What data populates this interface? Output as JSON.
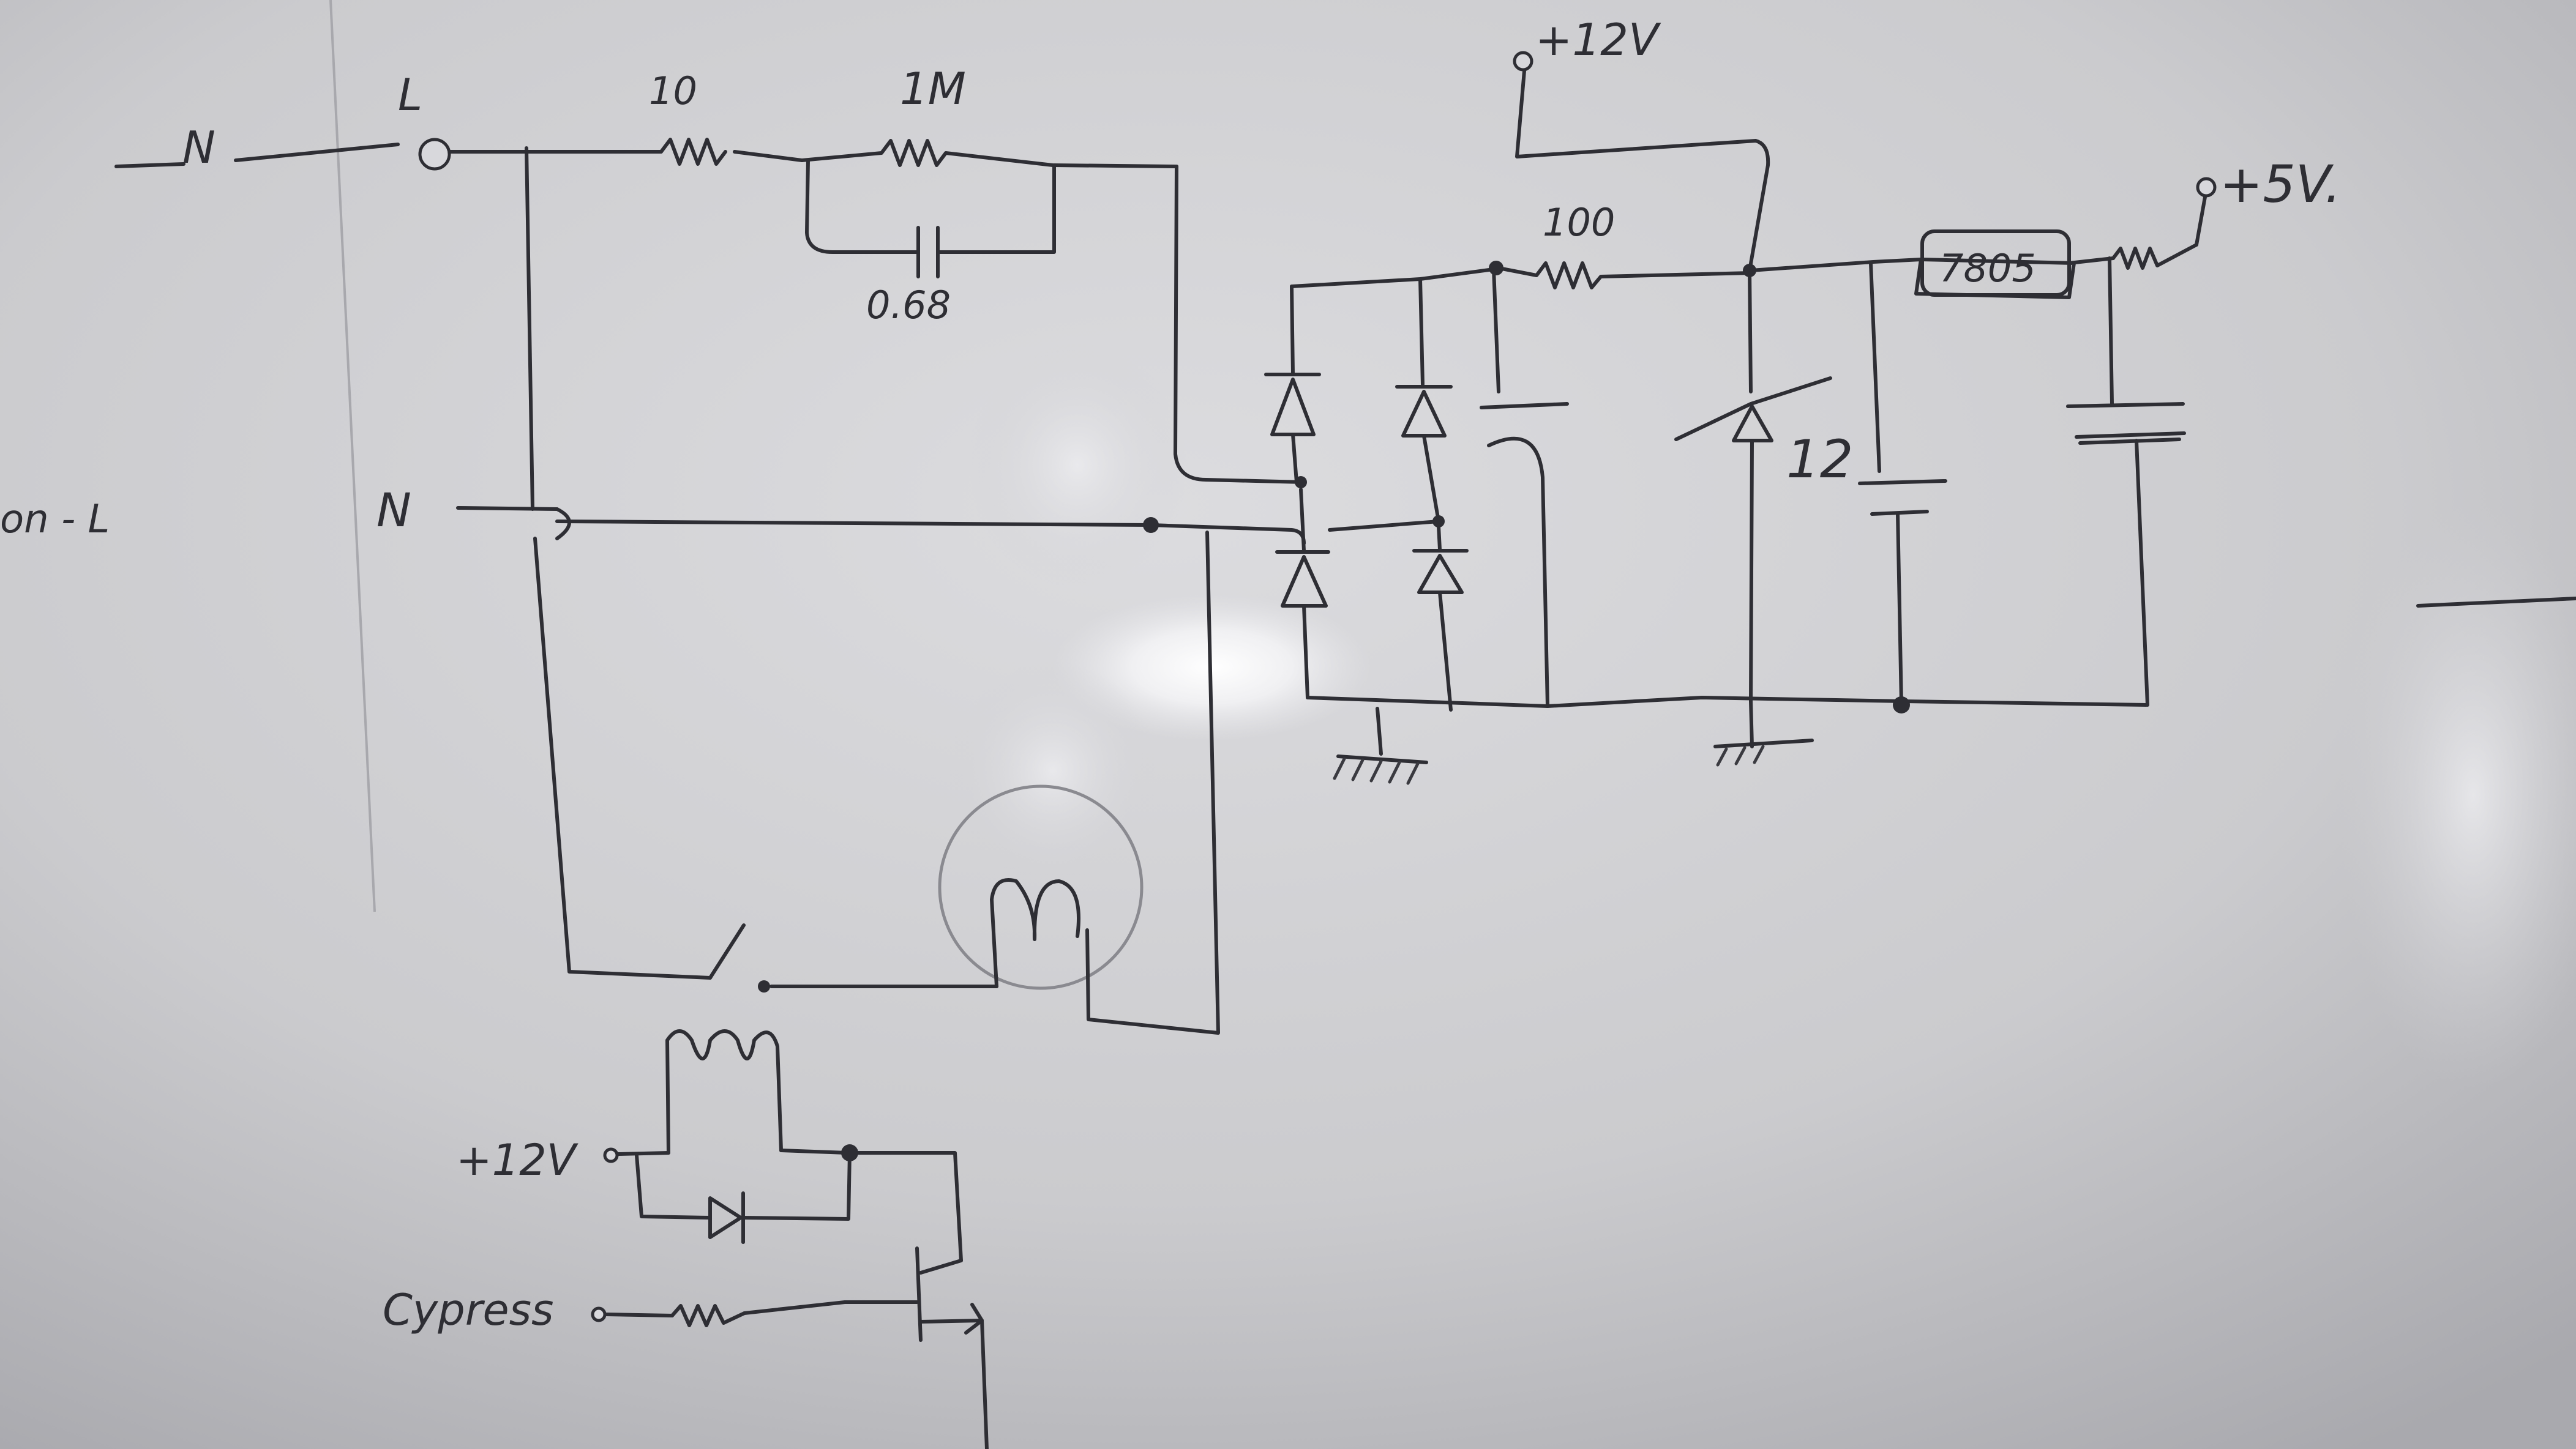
{
  "labels": {
    "terminal_n": "N",
    "terminal_l": "L",
    "switched_input": "on  - L",
    "neutral_short": "N",
    "r_series_1": "10",
    "r_series_2": "1M",
    "c_series": "0.68",
    "supply_12v_top": "+12V",
    "r_feed": "100",
    "zener": "12",
    "regulator": "7805",
    "out_5v": "+5V.",
    "relay_supply": "+12V",
    "control_input": "Cypress"
  },
  "colors": {
    "board": "#c9c9cc",
    "ink": "#2e2e34",
    "glare": "#ffffff"
  }
}
